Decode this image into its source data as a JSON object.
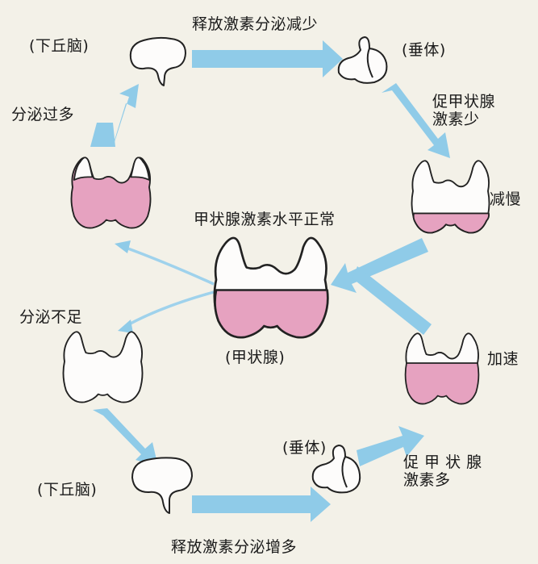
{
  "top_arrow_label": "释放激素分泌减少",
  "hypothalamus_top_label": "(下丘脑)",
  "pituitary_top_label": "(垂体)",
  "tsh_low_label_line1": "促甲状腺",
  "tsh_low_label_line2": "激素少",
  "slow_label": "减慢",
  "oversecretion_label": "分泌过多",
  "normal_level_label": "甲状腺激素水平正常",
  "thyroid_label": "(甲状腺)",
  "undersecretion_label": "分泌不足",
  "accelerate_label": "加速",
  "pituitary_bottom_label": "(垂体)",
  "tsh_high_label_line1": "促 甲 状 腺",
  "tsh_high_label_line2": "激素多",
  "hypothalamus_bottom_label": "(下丘脑)",
  "bottom_arrow_label": "释放激素分泌增多",
  "colors": {
    "arrow": "#8fcbe8",
    "thyroid_hormone": "#e6a2c0",
    "background": "#f3f1e8"
  }
}
